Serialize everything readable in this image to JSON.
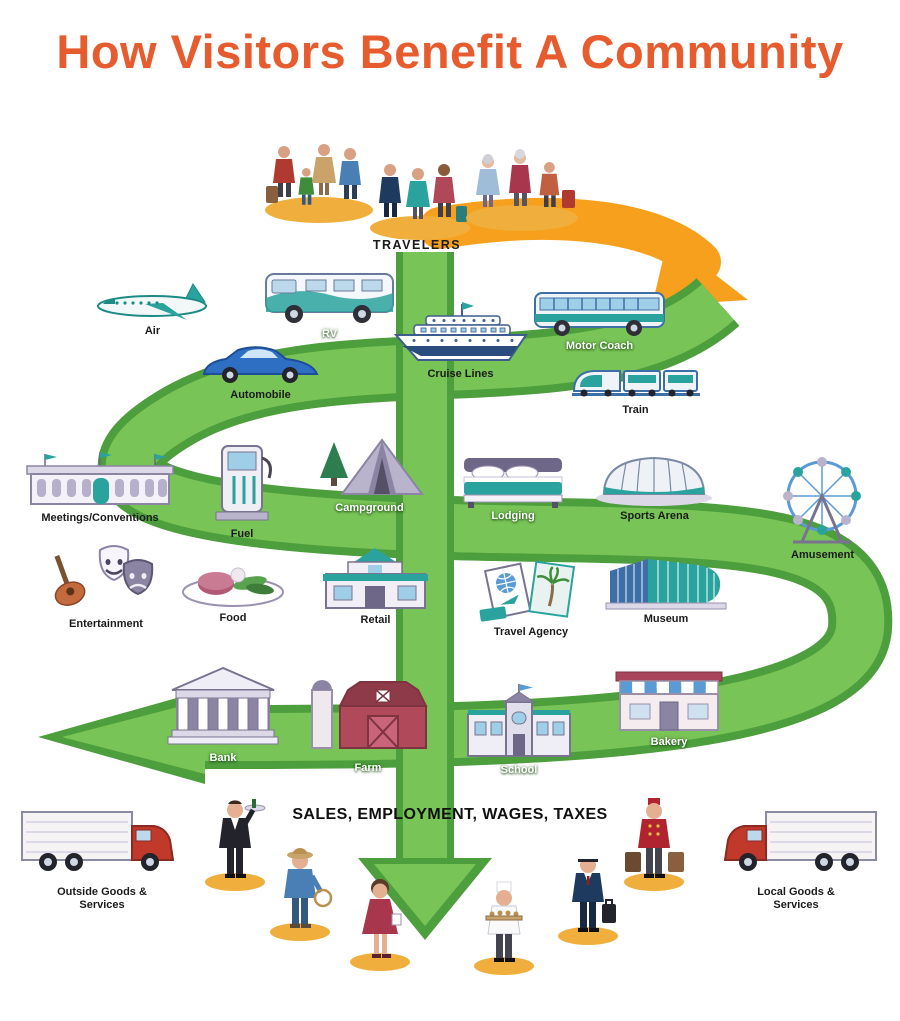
{
  "title": "How Visitors Benefit A Community",
  "colors": {
    "title_orange": "#E65C2E",
    "arrow_green": "#79C457",
    "arrow_green_dark": "#4D9E3C",
    "arrow_orange": "#F6A01E",
    "oval_yellow": "#F0AF3C"
  },
  "travelers": {
    "label": "TRAVELERS"
  },
  "transport": {
    "air": "Air",
    "rv": "RV",
    "motor_coach": "Motor Coach",
    "automobile": "Automobile",
    "cruise_lines": "Cruise Lines",
    "train": "Train"
  },
  "services": {
    "meetings": "Meetings/Conventions",
    "fuel": "Fuel",
    "campground": "Campground",
    "lodging": "Lodging",
    "sports_arena": "Sports Arena",
    "amusement": "Amusement",
    "entertainment": "Entertainment",
    "food": "Food",
    "retail": "Retail",
    "travel_agency": "Travel Agency",
    "museum": "Museum"
  },
  "community": {
    "bank": "Bank",
    "farm": "Farm",
    "school": "School",
    "bakery": "Bakery"
  },
  "bottom": {
    "slogan": "SALES, EMPLOYMENT, WAGES, TAXES",
    "outside_goods": "Outside Goods & Services",
    "local_goods": "Local Goods & Services"
  },
  "icons": {
    "travelers": "people-group-icon",
    "air": "airplane-icon",
    "rv": "rv-camper-icon",
    "motor_coach": "bus-icon",
    "automobile": "car-icon",
    "cruise_lines": "cruise-ship-icon",
    "train": "train-icon",
    "meetings": "convention-center-icon",
    "fuel": "gas-pump-icon",
    "campground": "tent-icon",
    "lodging": "bed-icon",
    "sports_arena": "stadium-icon",
    "amusement": "ferris-wheel-icon",
    "entertainment": "theater-masks-icon",
    "food": "food-platter-icon",
    "retail": "storefront-icon",
    "travel_agency": "travel-brochures-icon",
    "museum": "museum-building-icon",
    "bank": "bank-building-icon",
    "farm": "barn-icon",
    "school": "school-building-icon",
    "bakery": "bakery-shop-icon",
    "workers": [
      "waiter",
      "cowboy",
      "businesswoman",
      "chef",
      "pilot",
      "bellhop"
    ],
    "trucks": "delivery-truck-icon"
  }
}
